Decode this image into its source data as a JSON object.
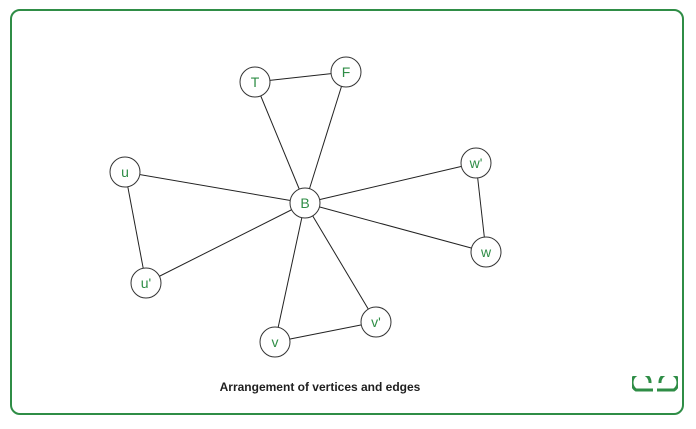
{
  "diagram": {
    "caption": "Arrangement of vertices and edges",
    "vertices": [
      {
        "id": "T",
        "label": "T"
      },
      {
        "id": "F",
        "label": "F"
      },
      {
        "id": "u",
        "label": "u"
      },
      {
        "id": "w'",
        "label": "w'"
      },
      {
        "id": "B",
        "label": "B"
      },
      {
        "id": "w",
        "label": "w"
      },
      {
        "id": "u'",
        "label": "u'"
      },
      {
        "id": "v'",
        "label": "v'"
      },
      {
        "id": "v",
        "label": "v"
      }
    ],
    "edges": [
      [
        "T",
        "F"
      ],
      [
        "T",
        "B"
      ],
      [
        "F",
        "B"
      ],
      [
        "u",
        "B"
      ],
      [
        "u",
        "u'"
      ],
      [
        "u'",
        "B"
      ],
      [
        "w'",
        "B"
      ],
      [
        "w'",
        "w"
      ],
      [
        "w",
        "B"
      ],
      [
        "v",
        "B"
      ],
      [
        "v'",
        "B"
      ],
      [
        "v",
        "v'"
      ]
    ]
  },
  "logo": {
    "name": "gfg-logo",
    "text": "GG"
  },
  "colors": {
    "accent": "#2f8d46",
    "node_stroke": "#333333",
    "edge": "#222222",
    "label": "#2f8d46"
  }
}
